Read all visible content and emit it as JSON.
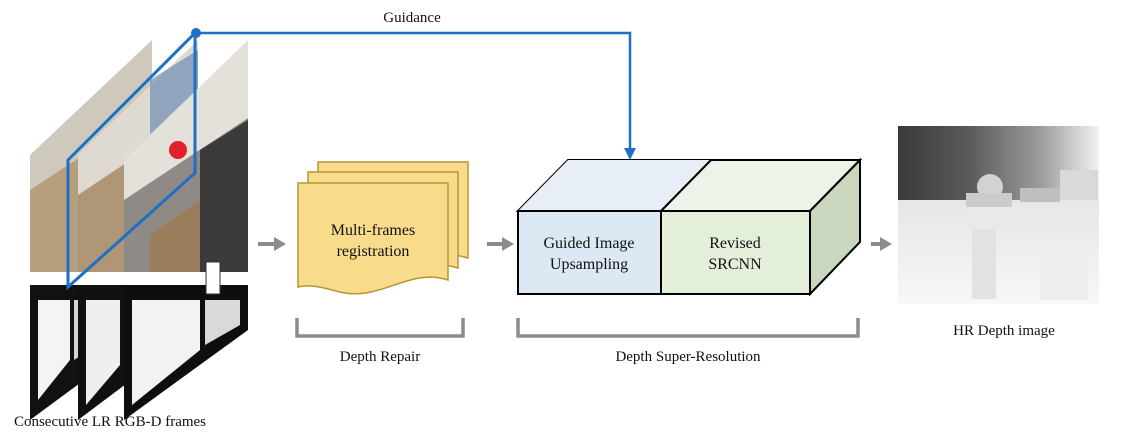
{
  "guidance_label": "Guidance",
  "input": {
    "caption": "Consecutive LR RGB-D frames"
  },
  "depth_repair": {
    "box_line1": "Multi-frames",
    "box_line2": "registration",
    "stage_label": "Depth Repair"
  },
  "super_resolution": {
    "block1_line1": "Guided Image",
    "block1_line2": "Upsampling",
    "block2_line1": "Revised",
    "block2_line2": "SRCNN",
    "stage_label": "Depth Super-Resolution"
  },
  "output": {
    "caption": "HR Depth image"
  },
  "colors": {
    "guidance": "#1f6fc4",
    "doc_fill": "#f8dc8c",
    "doc_stroke": "#b99530",
    "guided_fill": "#dce8f3",
    "srcnn_fill": "#e4efd9",
    "cube_top": "#eef3ea",
    "cube_side": "#cad7be",
    "arrow": "#8c8c8c",
    "bracket": "#8c8c8c"
  }
}
